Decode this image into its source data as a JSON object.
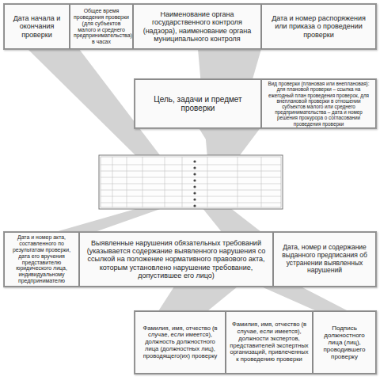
{
  "diagram": {
    "nodes": [
      {
        "text": [
          "Дата начала и окончания проверки"
        ]
      },
      {
        "text": [
          "Общее время проведения проверки (для субъектов малого и среднего предпринимательства), в часах"
        ]
      },
      {
        "text": [
          "Наименование органа государственного контроля (надзора), наименование органа муниципального контроля"
        ]
      },
      {
        "text": [
          "Дата и номер распоряжения или приказа о проведении проверки"
        ]
      },
      {
        "text": [
          "Цель, задачи и предмет проверки"
        ]
      },
      {
        "text": [
          "Вид проверки (плановая или внеплановая): для плановой проверки – ссылка на ежегодный план проведения проверок, для внеплановой проверки в отношении субъектов малого или среднего предпринимательства – дата и номер решения прокурора о согласовании проведения проверки"
        ]
      },
      {
        "text": [
          "Дата и номер акта, составленного по результатам проверки, дата его вручения представителю юридического лица, индивидуальному предпринимателю"
        ]
      },
      {
        "text": [
          "Выявленные нарушения обязательных требований (указывается содержание выявленного нарушения со ссылкой на положение нормативного правового акта, которым установлено нарушение требование, допустившее его лицо)"
        ]
      },
      {
        "text": [
          "Дата, номер и содержание выданного предписания об устранении выявленных нарушений"
        ]
      },
      {
        "text": [
          "Фамилия, имя, отчество (в случае, если имеется), должность должностного лица (должностных лиц), проводящего(их) проверку"
        ]
      },
      {
        "text": [
          "Фамилия, имя, отчество (в случае, если имеется), должности экспертов, представителей экспертных организаций, привлеченных к проведению проверки"
        ]
      },
      {
        "text": [
          "Подпись должностного лица (лиц), проводившего проверку"
        ]
      }
    ]
  }
}
